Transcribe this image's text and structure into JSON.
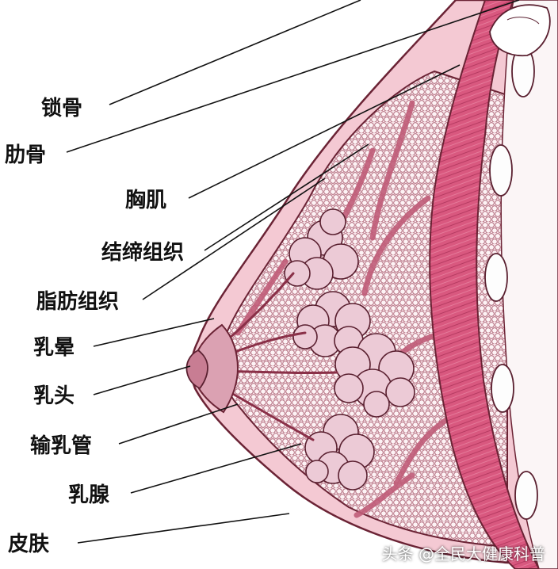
{
  "labels": {
    "clavicle": "锁骨",
    "rib": "肋骨",
    "pectoral_muscle": "胸肌",
    "connective_tissue": "结缔组织",
    "adipose_tissue": "脂肪组织",
    "areola": "乳晕",
    "nipple": "乳头",
    "lactiferous_duct": "输乳管",
    "mammary_gland": "乳腺",
    "skin": "皮肤"
  },
  "watermark": "头条 @全民大健康科普",
  "colors": {
    "outline": "#7a2a3c",
    "skin_fill": "#f3c6d0",
    "fat_fill": "#f6dfe5",
    "gland_fill": "#e9c7d3",
    "muscle_fill": "#d9577e",
    "rib_fill": "#fafafa",
    "leader_line": "#111111"
  }
}
